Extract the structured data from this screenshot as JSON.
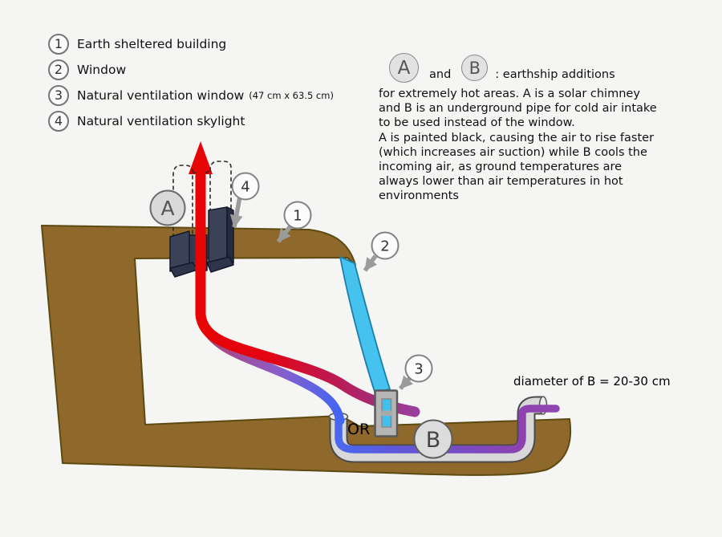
{
  "legend": {
    "items": [
      {
        "num": "1",
        "label": "Earth sheltered building",
        "note": ""
      },
      {
        "num": "2",
        "label": "Window",
        "note": ""
      },
      {
        "num": "3",
        "label": "Natural ventilation window",
        "note": "(47 cm x 63.5 cm)"
      },
      {
        "num": "4",
        "label": "Natural ventilation skylight",
        "note": ""
      }
    ]
  },
  "description": {
    "badge_a": "A",
    "badge_b": "B",
    "conj": "and",
    "colon_rest": ": earthship additions",
    "lines": [
      "for extremely hot areas. A is a solar chimney",
      "and B is an underground pipe for cold air intake",
      "to be used instead of the window.",
      "A is painted black, causing the air to rise faster",
      "(which increases air suction) while B cools the",
      "incoming air, as ground temperatures are",
      "always lower than air temperatures in hot",
      "environments"
    ]
  },
  "annotations": {
    "or_label": "OR",
    "diameter_note": "diameter of B = 20-30 cm"
  },
  "diagram_labels": {
    "a": "A",
    "b": "B",
    "n1": "1",
    "n2": "2",
    "n3": "3",
    "n4": "4"
  },
  "colors": {
    "background": "#f5f5f4",
    "earth": "#8f682b",
    "earth_outline": "#5c4a12",
    "window_blue": "#45c3ee",
    "arrow_red": "#e60404",
    "curve_crimson": "#c2164a",
    "curve_purple": "#9a3f9e",
    "pipe_blue": "#4a68ef",
    "pipe_purple": "#8d42ae",
    "pipe_gray": "#d8d8d8",
    "chimney_navy": "#3b4157",
    "label_gray": "#9b9b9b"
  }
}
